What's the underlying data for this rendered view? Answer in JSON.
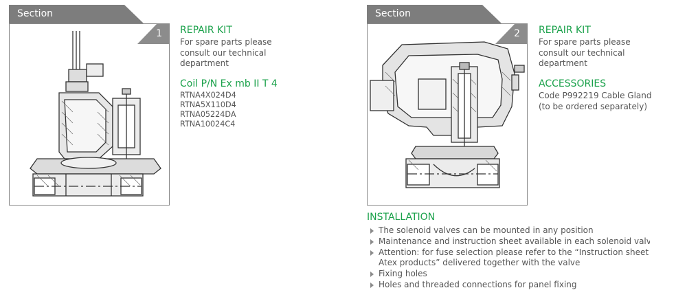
{
  "left": {
    "section_label": "Section",
    "number": "1",
    "repair_kit_title": "REPAIR KIT",
    "repair_kit_text": [
      "For spare parts please",
      "consult our technical",
      "department"
    ],
    "coil_title": "Coil P/N Ex mb II T 4",
    "coil_codes": [
      "RTNA4X024D4",
      "RTNA5X110D4",
      "RTNA05224DA",
      "RTNA10024C4"
    ]
  },
  "right": {
    "section_label": "Section",
    "number": "2",
    "repair_kit_title": "REPAIR KIT",
    "repair_kit_text": [
      "For spare parts please",
      "consult our technical",
      "department"
    ],
    "accessories_title": "ACCESSORIES",
    "accessories_text": [
      "Code P992219 Cable Gland",
      "(to be ordered separately)"
    ]
  },
  "installation": {
    "title": "INSTALLATION",
    "items": [
      {
        "lines": [
          "The solenoid valves can be mounted in any position"
        ]
      },
      {
        "lines": [
          "Maintenance and instruction sheet available in each solenoid valve box"
        ]
      },
      {
        "lines": [
          "Attention: for fuse selection please refer to the “Instruction sheet",
          "Atex products” delivered together with the valve"
        ]
      },
      {
        "lines": [
          "Fixing holes"
        ]
      },
      {
        "lines": [
          "Holes and threaded connections for panel fixing"
        ]
      }
    ]
  },
  "colors": {
    "accent_green": "#1aa14a",
    "tab_gray": "#7d7d7d",
    "text_gray": "#555555"
  }
}
